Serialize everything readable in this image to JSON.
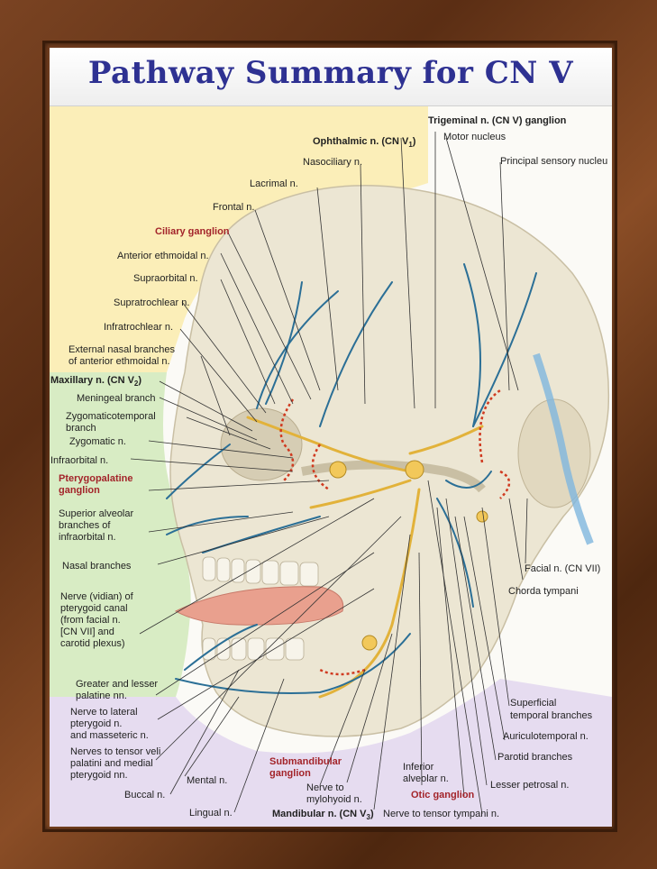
{
  "title": "Pathway Summary for CN V",
  "labels": {
    "trigeminal": "Trigeminal n. (CN V) ganglion",
    "ophthalmic": "Ophthalmic n. (CN V",
    "ophthalmic_sub": "1",
    "motor_nucleus": "Motor nucleus",
    "principal_sensory": "Principal sensory nucleu",
    "nasociliary": "Nasociliary n.",
    "lacrimal": "Lacrimal n.",
    "frontal": "Frontal n.",
    "ciliary_ganglion": "Ciliary ganglion",
    "anterior_ethmoidal": "Anterior ethmoidal n.",
    "supraorbital": "Supraorbital n.",
    "supratrochlear": "Supratrochlear n.",
    "infratrochlear": "Infratrochlear n.",
    "external_nasal_1": "External nasal branches",
    "external_nasal_2": "of anterior ethmoidal n.",
    "maxillary": "Maxillary n. (CN V",
    "maxillary_sub": "2",
    "meningeal": "Meningeal branch",
    "zygomaticotemporal_1": "Zygomaticotemporal",
    "zygomaticotemporal_2": "branch",
    "zygomatic": "Zygomatic n.",
    "infraorbital": "Infraorbital n.",
    "pterygopalatine_1": "Pterygopalatine",
    "pterygopalatine_2": "ganglion",
    "superior_alveolar_1": "Superior alveolar",
    "superior_alveolar_2": "branches of",
    "superior_alveolar_3": "infraorbital n.",
    "nasal_branches": "Nasal branches",
    "vidian_1": "Nerve (vidian) of",
    "vidian_2": "pterygoid canal",
    "vidian_3": "(from facial n.",
    "vidian_4": "[CN VII] and",
    "vidian_5": "carotid plexus)",
    "palatine_1": "Greater and lesser",
    "palatine_2": "palatine nn.",
    "lateral_pterygoid_1": "Nerve to lateral",
    "lateral_pterygoid_2": "pterygoid n.",
    "lateral_pterygoid_3": "and masseteric n.",
    "tensor_veli_1": "Nerves to tensor veli",
    "tensor_veli_2": "palatini and medial",
    "tensor_veli_3": "pterygoid nn.",
    "buccal": "Buccal n.",
    "mental": "Mental n.",
    "lingual": "Lingual n.",
    "submandibular_1": "Submandibular",
    "submandibular_2": "ganglion",
    "mylohyoid_1": "Nerve to",
    "mylohyoid_2": "mylohyoid n.",
    "mandibular": "Mandibular n. (CN V",
    "mandibular_sub": "3",
    "inferior_alveolar_1": "Inferior",
    "inferior_alveolar_2": "alveolar n.",
    "otic_ganglion": "Otic ganglion",
    "tensor_tympani": "Nerve to tensor tympani n.",
    "lesser_petrosal": "Lesser petrosal n.",
    "parotid": "Parotid branches",
    "auriculotemporal": "Auriculotemporal n.",
    "superficial_temporal_1": "Superficial",
    "superficial_temporal_2": "temporal branches",
    "chorda_tympani": "Chorda tympani",
    "facial": "Facial n. (CN VII)"
  },
  "colors": {
    "title": "#2e3192",
    "ophthalmic_zone": "#fbeeb8",
    "maxillary_zone": "#d8ecc4",
    "mandibular_zone": "#e6dcf0",
    "nerve": "#2b6f96",
    "ganglion_label": "#a3242a"
  }
}
